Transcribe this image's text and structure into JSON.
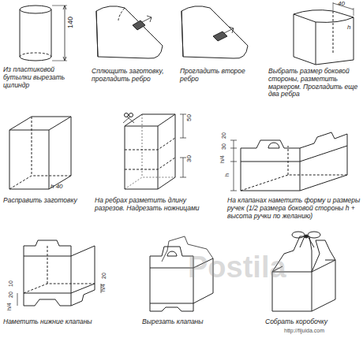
{
  "diagram": {
    "labels": [
      "140",
      "Из пластиковой бутылки вырезать цилиндр",
      "Сплющить заготовку, прогладить ребро",
      "Прогладить второе ребро",
      "40",
      "h",
      "Выбрать размер боковой стороны, разметить маркером. Прогладить еще два ребра",
      "h 40",
      "Расправить заготовку",
      "50",
      "30",
      "На ребрах разметить длину разрезов. Надрезать ножницами",
      "20",
      "30",
      "h/4",
      "h",
      "На клапанах наметить форму и размеры ручек (1/2 размера боковой стороны h + высота ручки по желанию)",
      "10",
      "20",
      "h/4",
      "20",
      "h/4",
      "Наметить нижние клапаны",
      "Вырезать клапаны",
      "Собрать коробочку",
      "Postila",
      "http://fijuida.com"
    ]
  }
}
